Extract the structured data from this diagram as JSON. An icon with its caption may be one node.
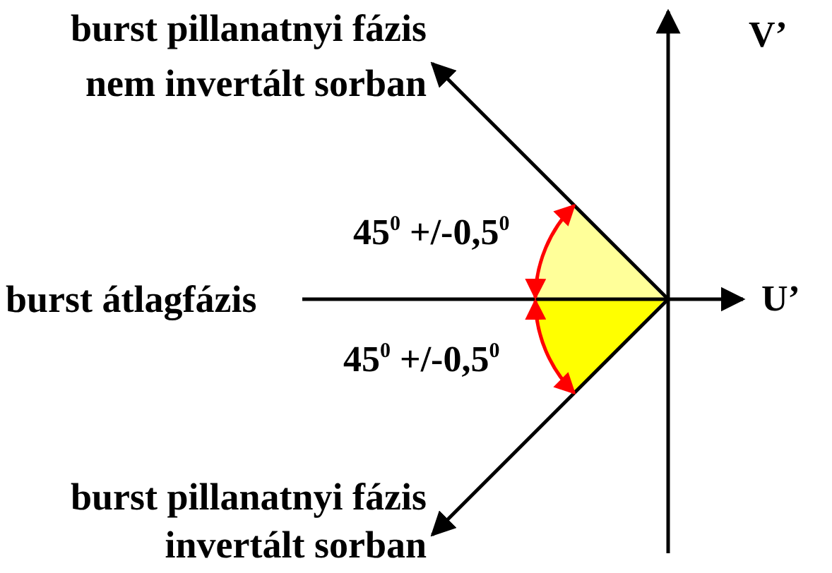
{
  "diagram": {
    "nodes": [
      {
        "text": [
          "burst pillanatnyi fázis nem invertált sorban"
        ]
      },
      {
        "text": [
          "burst átlagfázis"
        ]
      },
      {
        "text": [
          "burst pillanatnyi fázis invertált sorban"
        ]
      },
      {
        "text": [],
        "shape": "picture"
      }
    ],
    "edges": [
      {
        "from": 3,
        "to": 0,
        "arrow": "to"
      },
      {
        "from": 3,
        "to": 1,
        "arrow": "none"
      },
      {
        "from": 3,
        "to": 2,
        "arrow": "to"
      }
    ],
    "labels": [
      "V’",
      "U’",
      "45$^{0}$ +/-0,5$^{0}$",
      "45$^{0}$ +/-0,5$^{0}$"
    ]
  }
}
